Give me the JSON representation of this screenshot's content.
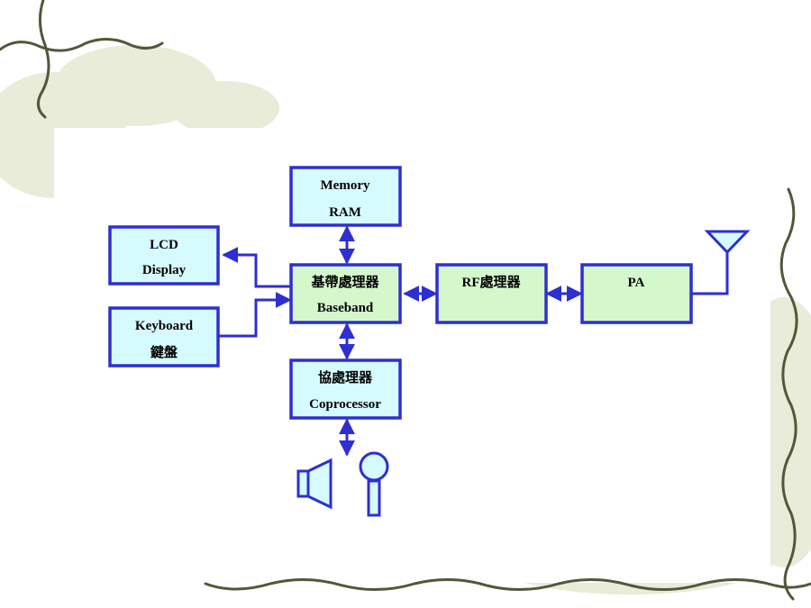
{
  "colors": {
    "border": "#2e2fd0",
    "cyan_fill": "#d6fbff",
    "green_fill": "#d4f8cc",
    "decor_vine": "#5a5a3a",
    "decor_leaf": "#e3e8d0"
  },
  "blocks": {
    "memory": {
      "line1": "Memory",
      "line2": "RAM"
    },
    "lcd": {
      "line1": "LCD",
      "line2": "Display"
    },
    "keyboard": {
      "line1": "Keyboard",
      "line2": "鍵盤"
    },
    "baseband": {
      "line1": "基帶處理器",
      "line2": "Baseband"
    },
    "coprocessor": {
      "line1": "協處理器",
      "line2": "Coprocessor"
    },
    "rf": {
      "line1": "RF處理器"
    },
    "pa": {
      "line1": "PA"
    }
  },
  "icons": [
    "antenna-icon",
    "speaker-icon",
    "microphone-icon"
  ]
}
